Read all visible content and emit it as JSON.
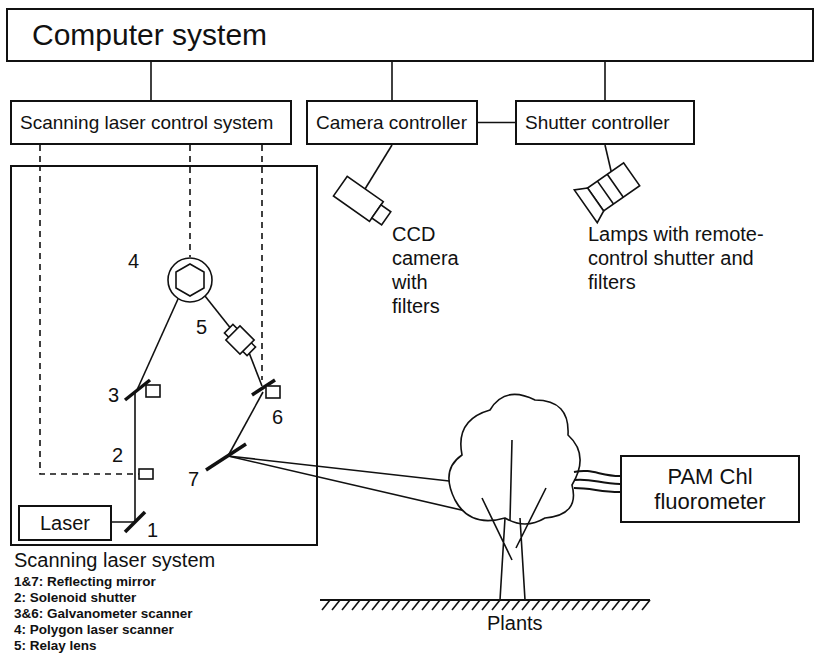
{
  "diagram": {
    "nodes": [
      {
        "text": [
          "Computer system"
        ]
      },
      {
        "text": [
          "Scanning laser control system"
        ]
      },
      {
        "text": [
          "Camera controller"
        ]
      },
      {
        "text": [
          "Shutter controller"
        ]
      },
      {
        "text": [
          "Scanning laser system"
        ]
      },
      {
        "text": [
          "Laser"
        ],
        "in": 4
      },
      {
        "text": [
          "PAM Chl fluorometer"
        ]
      }
    ],
    "edges": [
      {
        "from": 0,
        "to": 1,
        "arrow": "none"
      },
      {
        "from": 0,
        "to": 2,
        "arrow": "none"
      },
      {
        "from": 0,
        "to": 3,
        "arrow": "none"
      },
      {
        "from": 2,
        "to": 3,
        "arrow": "none"
      },
      {
        "from": 1,
        "to": 4,
        "arrow": "none"
      }
    ],
    "labels": [
      "1",
      "2",
      "3",
      "4",
      "5",
      "6",
      "7",
      "CCD camera with filters",
      "Lamps with remote-control shutter and filters",
      "Plants",
      "1&7: Reflecting mirror",
      "2: Solenoid shutter",
      "3&6: Galvanometer scanner",
      "4: Polygon laser scanner",
      "5: Relay lens"
    ]
  }
}
